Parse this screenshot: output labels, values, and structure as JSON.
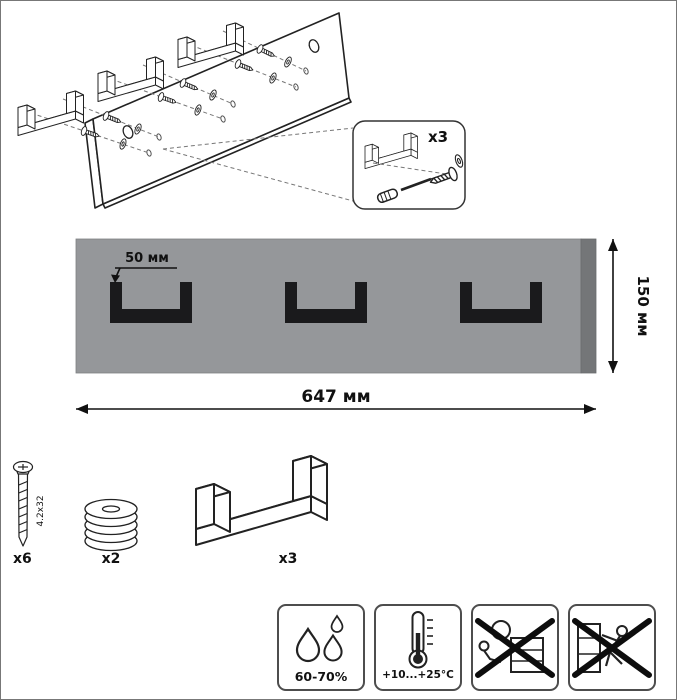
{
  "detail": {
    "count": "x3"
  },
  "dimensions": {
    "hook_width": "50 мм",
    "board_height": "150 мм",
    "board_width": "647 мм"
  },
  "hardware": {
    "screw": {
      "qty": "x6",
      "size": "4.2x32"
    },
    "washer": {
      "qty": "x2"
    },
    "hook": {
      "qty": "x3"
    }
  },
  "conditions": {
    "humidity": "60-70%",
    "temperature": "+10...+25°C"
  },
  "colors": {
    "board": "#95979a",
    "board_edge": "#747678",
    "hook": "#1a1a1c"
  }
}
